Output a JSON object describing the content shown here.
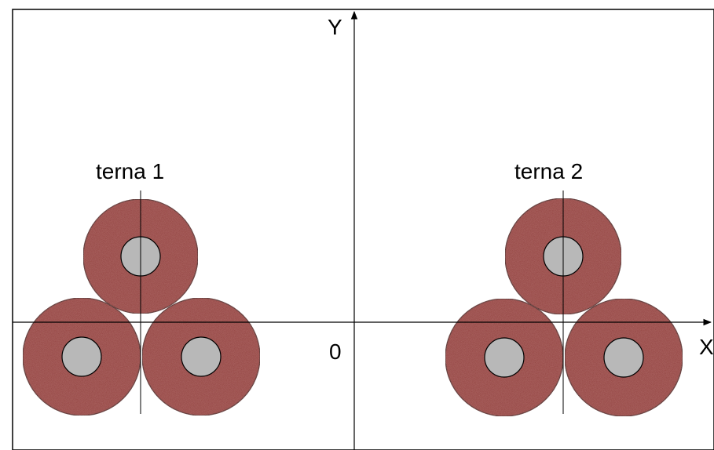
{
  "axes": {
    "x_label": "X",
    "y_label": "Y",
    "origin_label": "0"
  },
  "groups": [
    {
      "label": "terna 1"
    },
    {
      "label": "terna 2"
    }
  ],
  "colors": {
    "insulation": "#8f3b38",
    "conductor": "#b8b8b8",
    "outline": "#000000",
    "frame": "#000000"
  }
}
